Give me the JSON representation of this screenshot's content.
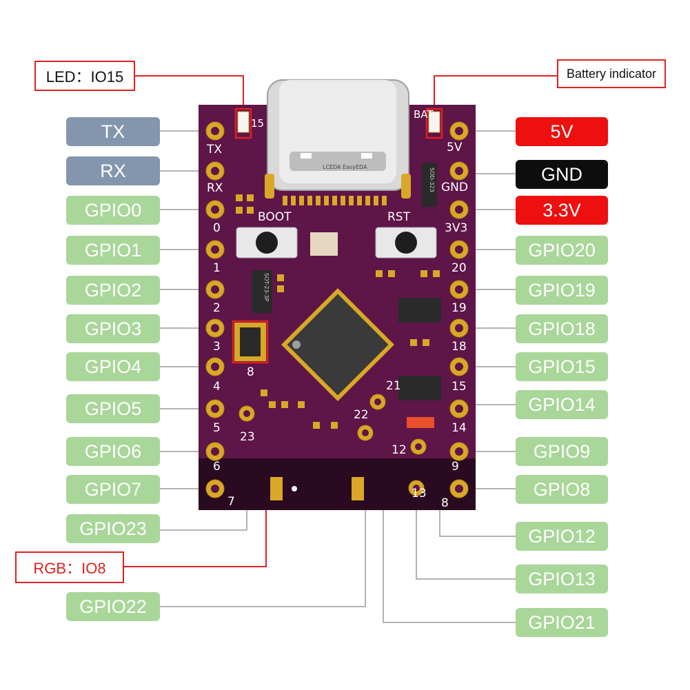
{
  "callouts": {
    "led": "LED：IO15",
    "battery": "Battery indicator",
    "rgb": "RGB：IO8"
  },
  "left_labels": {
    "tx": "TX",
    "rx": "RX",
    "gpio0": "GPIO0",
    "gpio1": "GPIO1",
    "gpio2": "GPIO2",
    "gpio3": "GPIO3",
    "gpio4": "GPIO4",
    "gpio5": "GPIO5",
    "gpio6": "GPIO6",
    "gpio7": "GPIO7",
    "gpio23": "GPIO23",
    "gpio22": "GPIO22"
  },
  "right_labels": {
    "v5": "5V",
    "gnd": "GND",
    "v33": "3.3V",
    "gpio20": "GPIO20",
    "gpio19": "GPIO19",
    "gpio18": "GPIO18",
    "gpio15": "GPIO15",
    "gpio14": "GPIO14",
    "gpio9": "GPIO9",
    "gpio8": "GPIO8",
    "gpio12": "GPIO12",
    "gpio13": "GPIO13",
    "gpio21": "GPIO21"
  },
  "silkscreen": {
    "left": [
      "TX",
      "RX",
      "0",
      "1",
      "2",
      "3",
      "4",
      "5",
      "6",
      "7"
    ],
    "right": [
      "BAT",
      "5V",
      "GND",
      "3V3",
      "20",
      "19",
      "18",
      "15",
      "14",
      "12",
      "9",
      "8"
    ],
    "boot": "BOOT",
    "rst": "RST",
    "led_pin": "15",
    "rgb_pin": "8",
    "bottom_pads": [
      "23",
      "22",
      "21",
      "13"
    ],
    "diode": "SOD-323",
    "regulator": "SOT-23-3P",
    "logo": "LCEDA EasyEDA"
  },
  "colors": {
    "board": "#5e1548",
    "tx_rx": "#8396ad",
    "gpio": "#a9d699",
    "power_red": "#ee0f0f",
    "gnd_black": "#0d0d0d",
    "callout_border": "#e02020",
    "pad_gold": "#d8a826"
  }
}
